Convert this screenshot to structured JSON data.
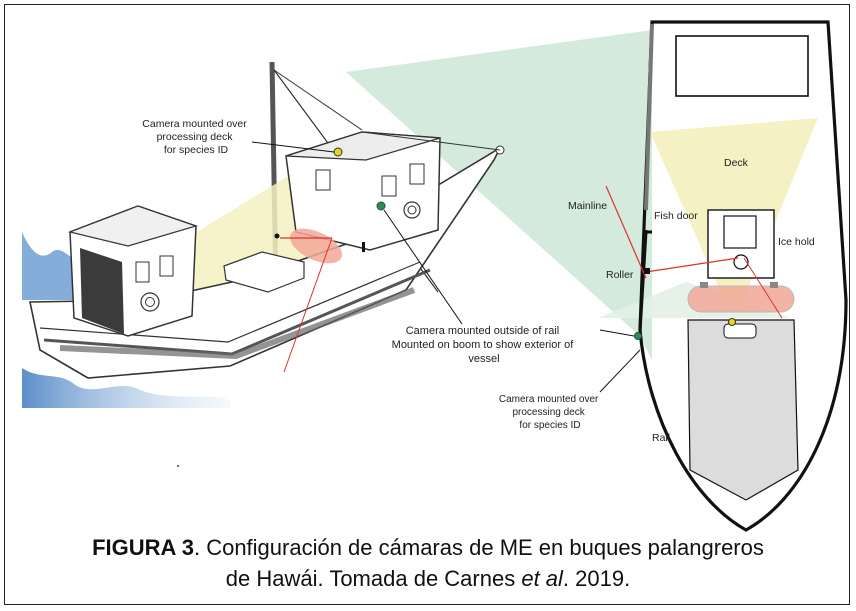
{
  "labels": {
    "cam_deck_left": [
      "Camera mounted over",
      "processing deck",
      "for species ID"
    ],
    "cam_rail": [
      "Camera mounted outside of rail",
      "Mounted on boom to show exterior of",
      "vessel"
    ],
    "cam_deck_right": [
      "Camera mounted over",
      "processing deck",
      "for species ID"
    ],
    "deck": "Deck",
    "mainline": "Mainline",
    "fish_door": "Fish door",
    "ice_hold": "Ice hold",
    "roller": "Roller",
    "rail": "Rail"
  },
  "caption": {
    "figure_label": "FIGURA 3",
    "line1_text": ". Configuración de cámaras de ME en buques palangreros",
    "line2_pre": "de Hawái. Tomada de Carnes ",
    "line2_italic": "et al",
    "line2_post": ". 2019."
  },
  "colors": {
    "camera_view_green": "#bfe0cc",
    "camera_view_yellow": "#f4f0bf",
    "roller_pink": "#f2a896",
    "camera_dot_green": "#2e8b57",
    "camera_dot_yellow": "#e8d31f",
    "mainline_red": "#d9342b",
    "water_blue": "#7ea9d6"
  }
}
